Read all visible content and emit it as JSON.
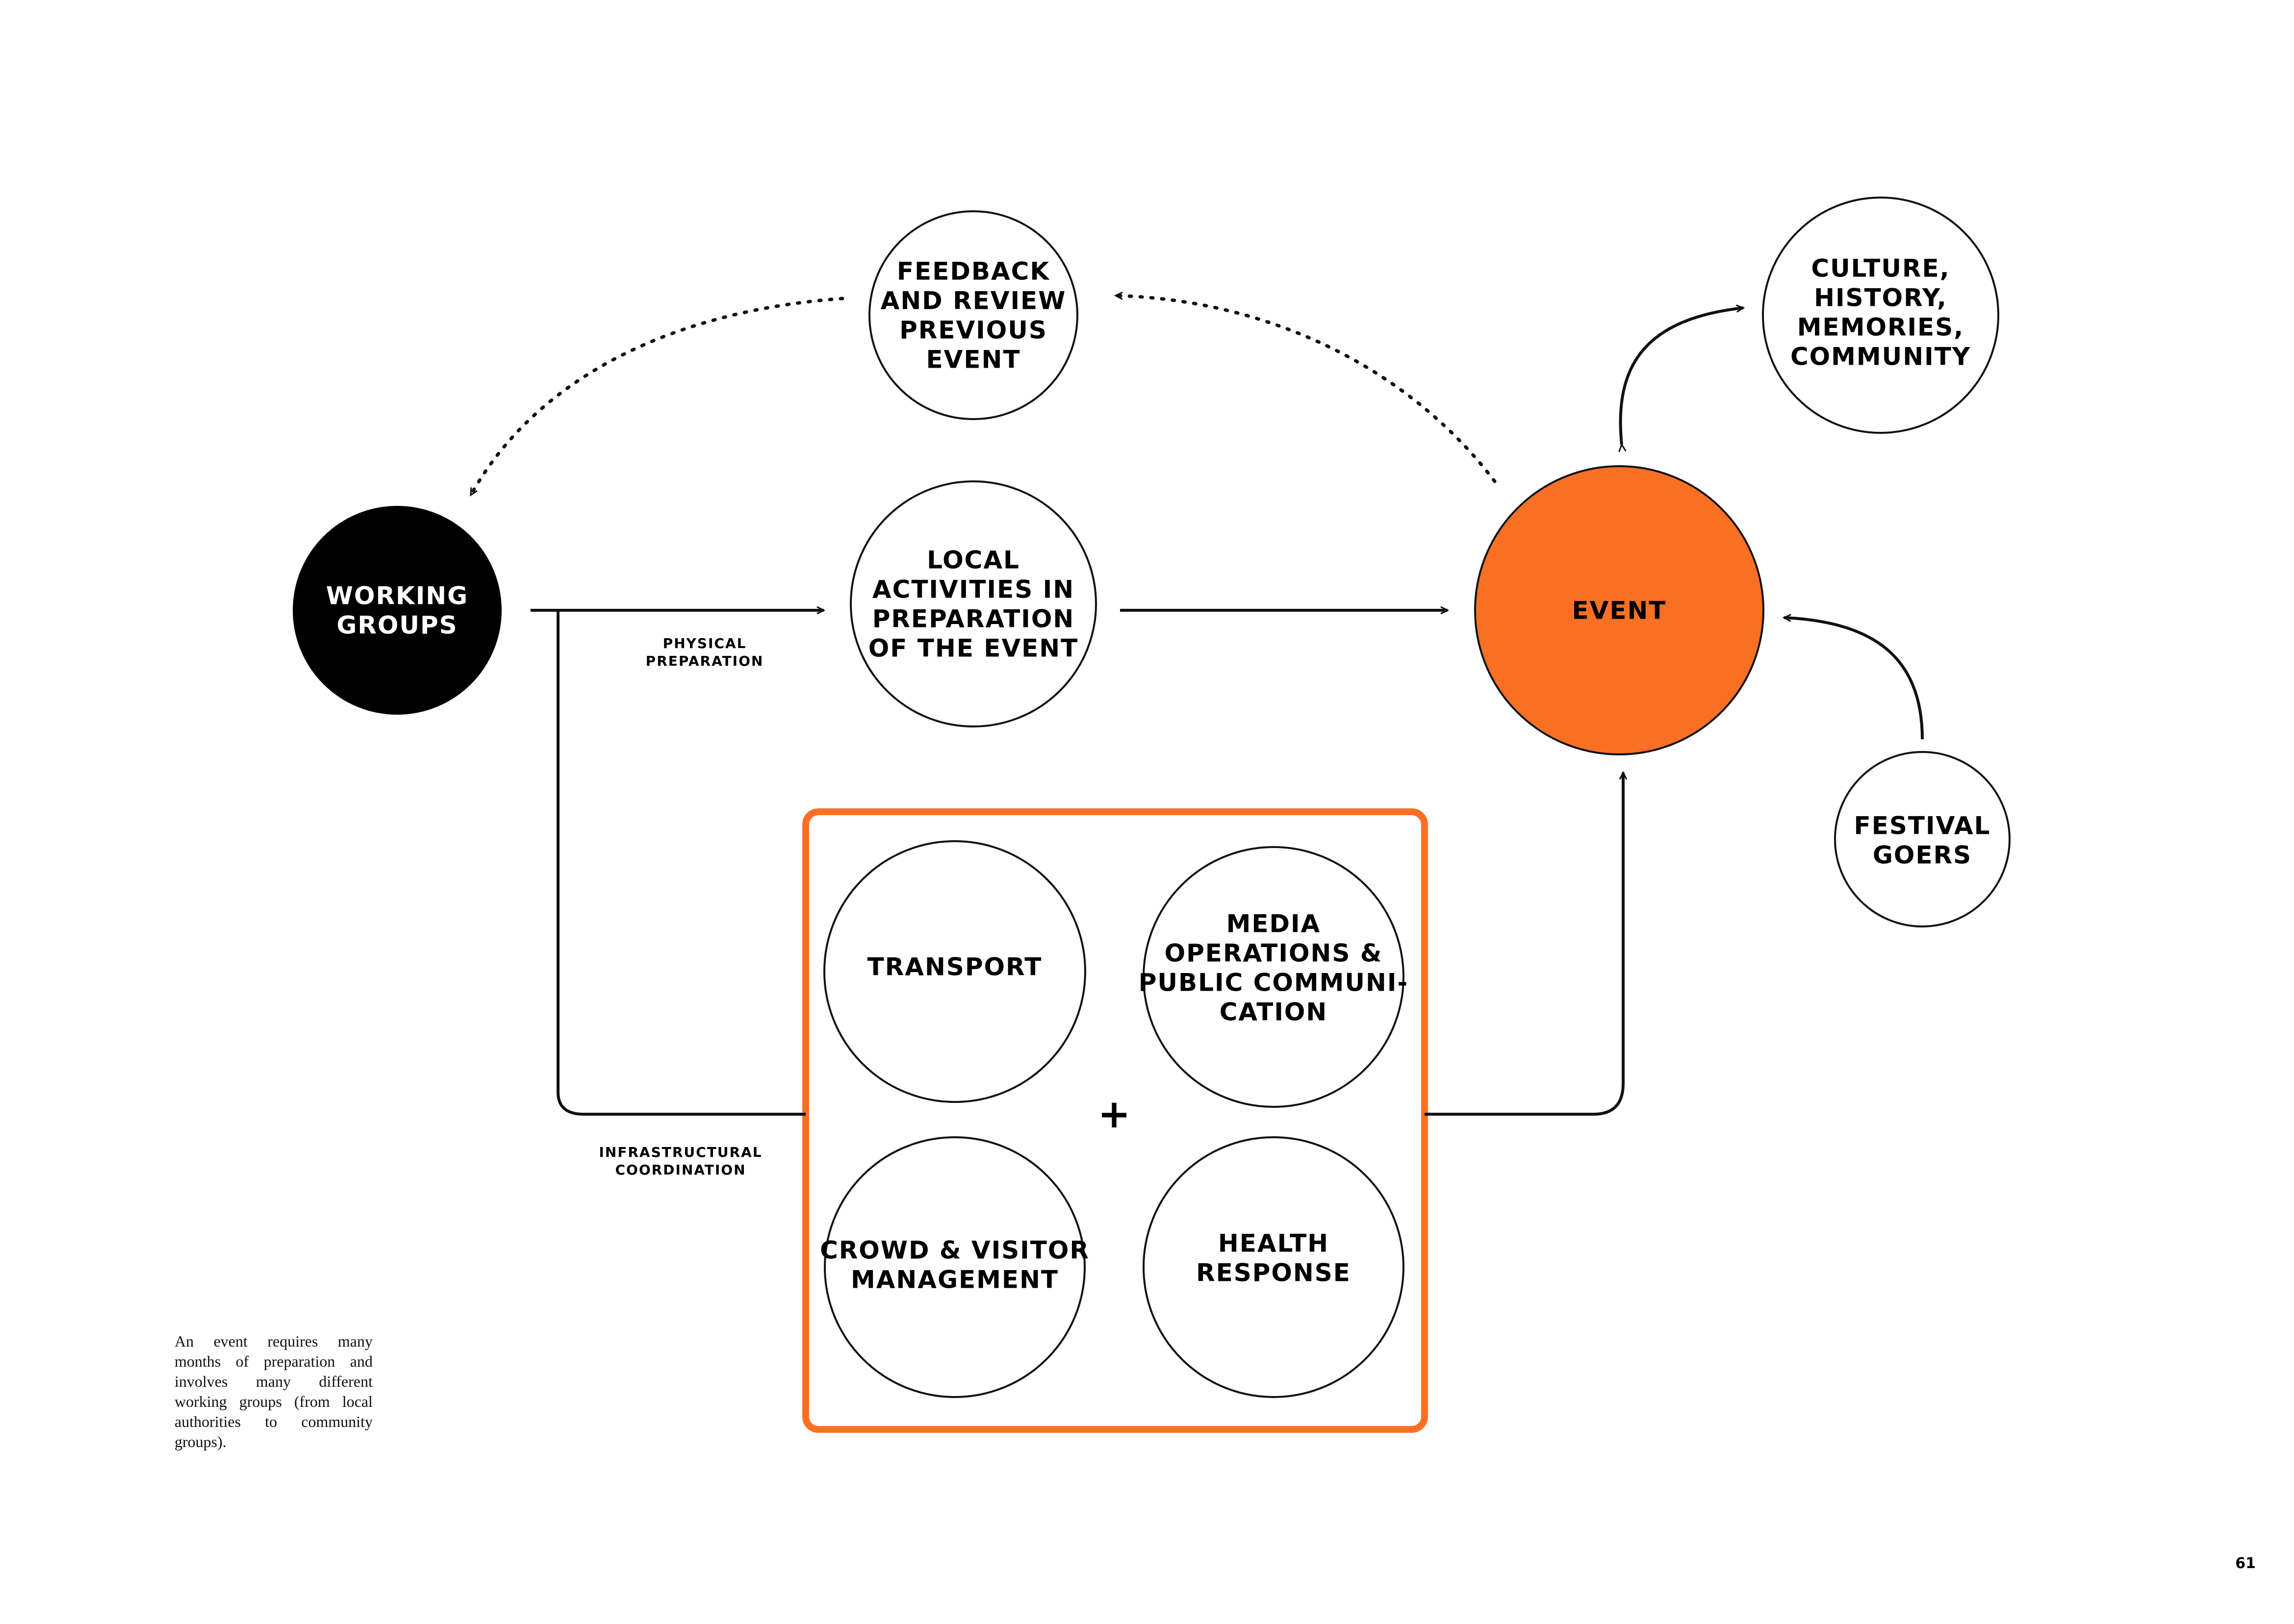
{
  "nodes": {
    "working_groups": [
      "WORKING",
      "GROUPS"
    ],
    "feedback": [
      "FEEDBACK",
      "AND REVIEW",
      "PREVIOUS",
      "EVENT"
    ],
    "local_activities": [
      "LOCAL",
      "ACTIVITIES IN",
      "PREPARATION",
      "OF THE EVENT"
    ],
    "event": [
      "EVENT"
    ],
    "culture": [
      "CULTURE,",
      "HISTORY,",
      "MEMORIES,",
      "COMMUNITY"
    ],
    "festival_goers": [
      "FESTIVAL",
      "GOERS"
    ],
    "transport": [
      "TRANSPORT"
    ],
    "media": [
      "MEDIA",
      "OPERATIONS &",
      "PUBLIC COMMUNI-",
      "CATION"
    ],
    "crowd": [
      "CROWD & VISITOR",
      "MANAGEMENT"
    ],
    "health": [
      "HEALTH",
      "RESPONSE"
    ]
  },
  "edge_labels": {
    "physical_preparation": [
      "PHYSICAL",
      "PREPARATION"
    ],
    "infrastructural_coordination": [
      "INFRASTRUCTURAL",
      "COORDINATION"
    ]
  },
  "plus_sign": "+",
  "caption": "An event requires many months of preparation and involves many different working groups (from local authorities to community groups).",
  "page_number": "61",
  "colors": {
    "accent": "#F97025",
    "dark": "#000000",
    "stroke": "#111111",
    "background": "#FFFFFF"
  }
}
